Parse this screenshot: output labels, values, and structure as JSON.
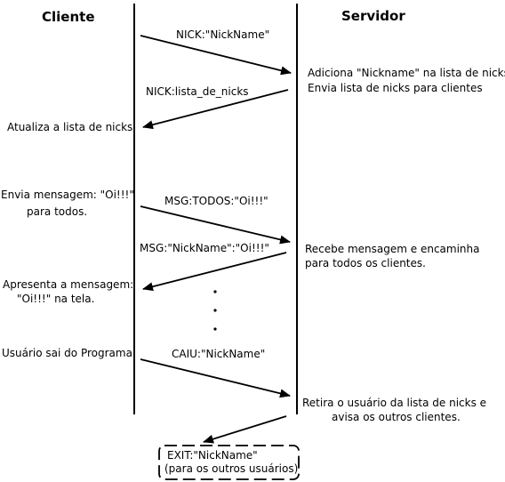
{
  "headers": {
    "client": "Cliente",
    "server": "Servidor"
  },
  "messages": {
    "nick": "NICK:\"NickName\"",
    "nick_list": "NICK:lista_de_nicks",
    "msg_todos": "MSG:TODOS:\"Oi!!!\"",
    "msg_nick": "MSG:\"NickName\":\"Oi!!!\"",
    "caiu": "CAIU:\"NickName\""
  },
  "server_notes": {
    "add_nick": [
      "Adiciona \"Nickname\" na lista de nicks",
      "Envia lista de nicks para clientes"
    ],
    "forward": [
      "Recebe mensagem e encaminha",
      "para todos os clientes."
    ],
    "remove": [
      "Retira o usuário da lista de nicks e",
      "avisa os outros clientes."
    ]
  },
  "client_notes": {
    "update": "Atualiza a lista de nicks",
    "send": [
      "Envia mensagem: \"Oi!!!\"",
      "para todos."
    ],
    "show": [
      "Apresenta a mensagem:",
      "\"Oi!!!\" na tela."
    ],
    "quit": "Usuário sai do Programa"
  },
  "exit_box": [
    "EXIT:\"NickName\"",
    "(para os outros usuários)"
  ]
}
